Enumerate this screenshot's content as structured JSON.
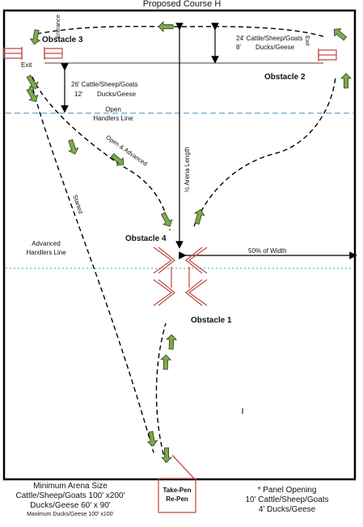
{
  "title": "Proposed Course H",
  "obstacles": {
    "o1": "Obstacle 1",
    "o2": "Obstacle 2",
    "o3": "Obstacle 3",
    "o4": "Obstacle 4"
  },
  "gate_labels": {
    "entrance": "Entrance",
    "exit_left": "Exit",
    "exit_right": "Exit"
  },
  "distances": {
    "top_right_1": "24' Cattle/Sheep/Goats",
    "top_right_2": "8'",
    "top_right_3": "Ducks/Geese",
    "left_1": "26'  Cattle/Sheep/Goats",
    "left_2": "12'",
    "left_3": "Ducks/Geese",
    "half_length": "½ Arena Length",
    "half_width": "50% of Width"
  },
  "lines": {
    "open_1": "Open",
    "open_2": "Handlers Line",
    "advanced_1": "Advanced",
    "advanced_2": "Handlers Line"
  },
  "path_labels": {
    "open_advanced": "Open & Advanced",
    "started": "Started"
  },
  "pen": {
    "line1": "Take-Pen",
    "line2": "Re-Pen"
  },
  "footer_left": {
    "line1": "Minimum Arena Size",
    "line2": "Cattle/Sheep/Goats 100' x200'",
    "line3": "Ducks/Geese 60' x 90'",
    "line4": "Maximum Ducks/Geese 100' x100'"
  },
  "footer_right": {
    "line1": "* Panel Opening",
    "line2": "10' Cattle/Sheep/Goats",
    "line3": "4' Ducks/Geese"
  },
  "colors": {
    "panel": "#c0504d",
    "arrow_fill": "#7dab4a",
    "arrow_stroke": "#2f3f1a",
    "handler_line": "#6aa0c8",
    "advanced_line": "#4bbfb0"
  }
}
